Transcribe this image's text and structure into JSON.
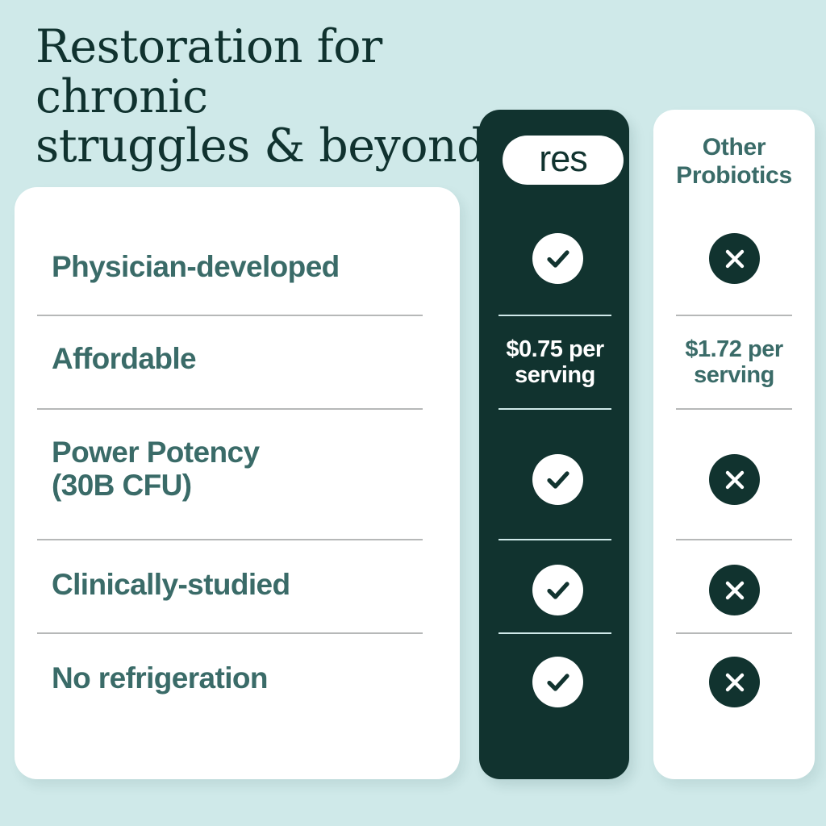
{
  "headline": {
    "line1": "Restoration for chronic",
    "line2": "struggles & beyond*"
  },
  "columns": {
    "res": {
      "logo_label": "res",
      "logo_icon": "res-wordmark-pill"
    },
    "other": {
      "title_line1": "Other",
      "title_line2": "Probiotics"
    }
  },
  "rows": [
    {
      "feature_line1": "Physician-developed",
      "feature_line2": "",
      "res_value": "check",
      "other_value": "x"
    },
    {
      "feature_line1": "Affordable",
      "feature_line2": "",
      "res_value": "$0.75 per serving",
      "res_price_line1": "$0.75 per",
      "res_price_line2": "serving",
      "other_value": "$1.72 per serving",
      "other_price_line1": "$1.72 per",
      "other_price_line2": "serving"
    },
    {
      "feature_line1": "Power Potency",
      "feature_line2": "(30B CFU)",
      "res_value": "check",
      "other_value": "x"
    },
    {
      "feature_line1": "Clinically-studied",
      "feature_line2": "",
      "res_value": "check",
      "other_value": "x"
    },
    {
      "feature_line1": "No refrigeration",
      "feature_line2": "",
      "res_value": "check",
      "other_value": "x"
    }
  ],
  "icons": {
    "check": "check-icon",
    "x": "x-icon"
  },
  "colors": {
    "background": "#cfe9e9",
    "dark_green": "#11332f",
    "teal_text": "#3a6b68",
    "headline": "#10322f",
    "card_white": "#ffffff",
    "divider_gray": "#b6b8b8",
    "divider_light": "#cfe9e9"
  }
}
